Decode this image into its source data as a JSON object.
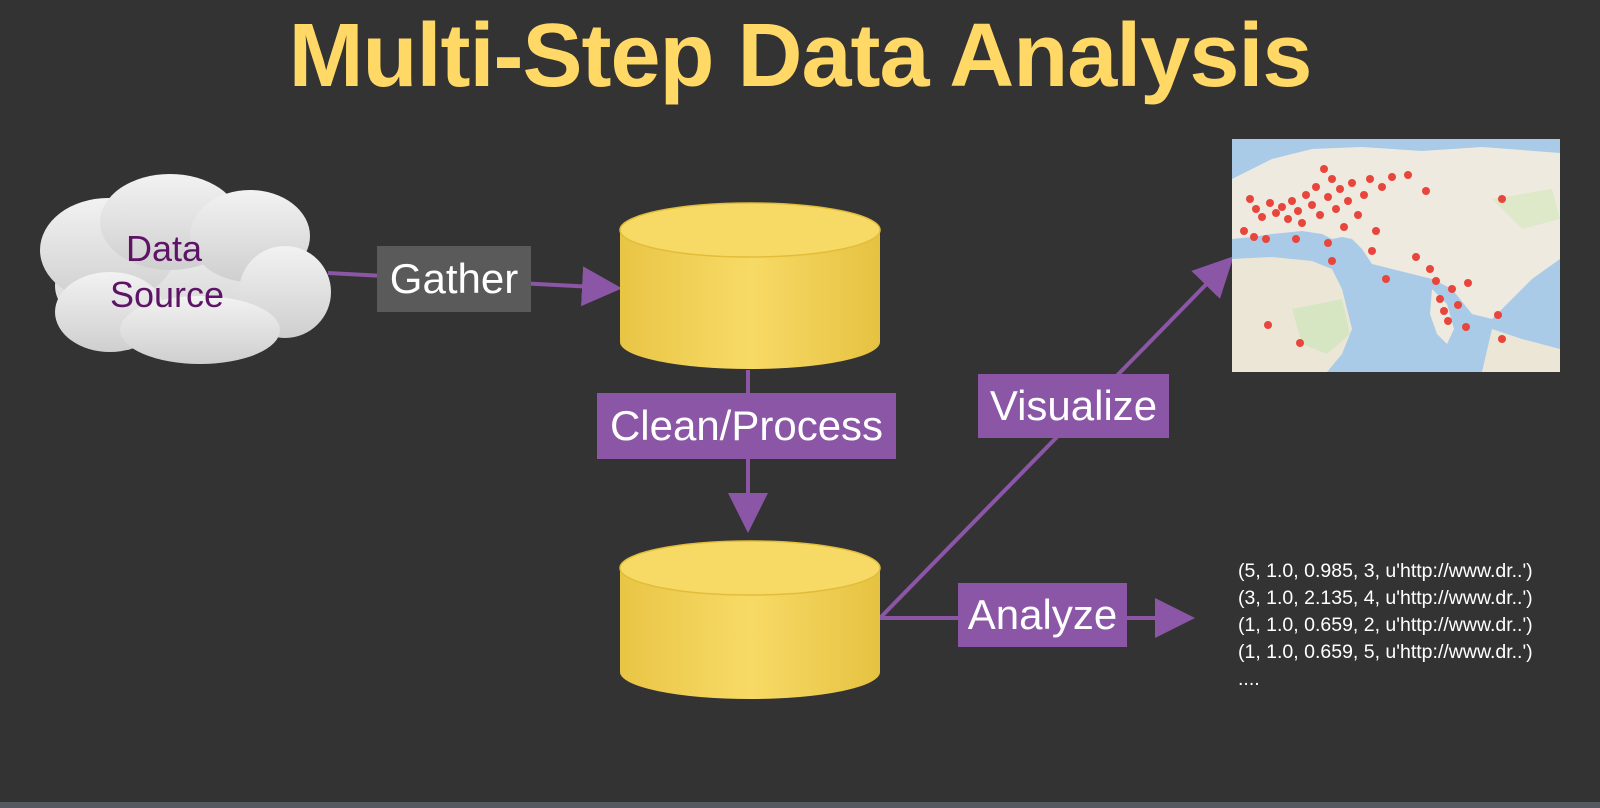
{
  "title": "Multi-Step Data Analysis",
  "source": {
    "line1": "Data",
    "line2": "Source"
  },
  "steps": {
    "gather": "Gather",
    "clean": "Clean/Process",
    "visualize": "Visualize",
    "analyze": "Analyze"
  },
  "output_rows": [
    "(5, 1.0, 0.985, 3, u'http://www.dr..')",
    "(3, 1.0, 2.135, 4, u'http://www.dr..')",
    "(1, 1.0, 0.659, 2, u'http://www.dr..')",
    "(1, 1.0, 0.659, 5, u'http://www.dr..')",
    "...."
  ],
  "colors": {
    "background": "#333333",
    "title": "#ffd866",
    "arrow": "#8b56a6",
    "database": "#f4d35a",
    "cloud": "#e4e4e4",
    "source_text": "#5e1466",
    "map_pin": "#e8463c"
  }
}
